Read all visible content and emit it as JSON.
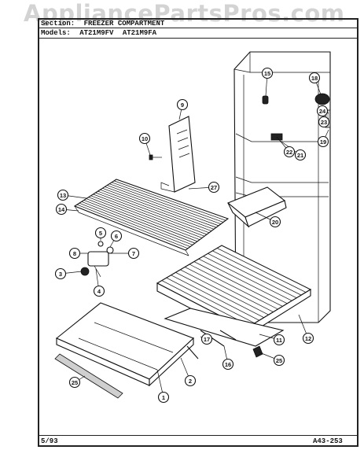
{
  "watermark": "AppliancePartsPros.com",
  "header": {
    "section_label": "Section:",
    "section_value": "FREEZER COMPARTMENT",
    "models_label": "Models:",
    "models": [
      "AT21M9FV",
      "AT21M9FA"
    ]
  },
  "footer": {
    "date": "5/93",
    "code": "A43-253"
  },
  "callouts": [
    {
      "id": "c1",
      "label": "1"
    },
    {
      "id": "c2",
      "label": "2"
    },
    {
      "id": "c3",
      "label": "3"
    },
    {
      "id": "c4",
      "label": "4"
    },
    {
      "id": "c5",
      "label": "5"
    },
    {
      "id": "c6",
      "label": "6"
    },
    {
      "id": "c7",
      "label": "7"
    },
    {
      "id": "c8",
      "label": "8"
    },
    {
      "id": "c9",
      "label": "9"
    },
    {
      "id": "c10",
      "label": "10"
    },
    {
      "id": "c11",
      "label": "11"
    },
    {
      "id": "c12",
      "label": "12"
    },
    {
      "id": "c13",
      "label": "13"
    },
    {
      "id": "c14",
      "label": "14"
    },
    {
      "id": "c15",
      "label": "15"
    },
    {
      "id": "c16",
      "label": "16"
    },
    {
      "id": "c17",
      "label": "17"
    },
    {
      "id": "c18",
      "label": "18"
    },
    {
      "id": "c19",
      "label": "19"
    },
    {
      "id": "c20",
      "label": "20"
    },
    {
      "id": "c21",
      "label": "21"
    },
    {
      "id": "c22",
      "label": "22"
    },
    {
      "id": "c23",
      "label": "23"
    },
    {
      "id": "c24",
      "label": "24"
    },
    {
      "id": "c25a",
      "label": "25"
    },
    {
      "id": "c25b",
      "label": "25"
    },
    {
      "id": "c27",
      "label": "27"
    }
  ]
}
